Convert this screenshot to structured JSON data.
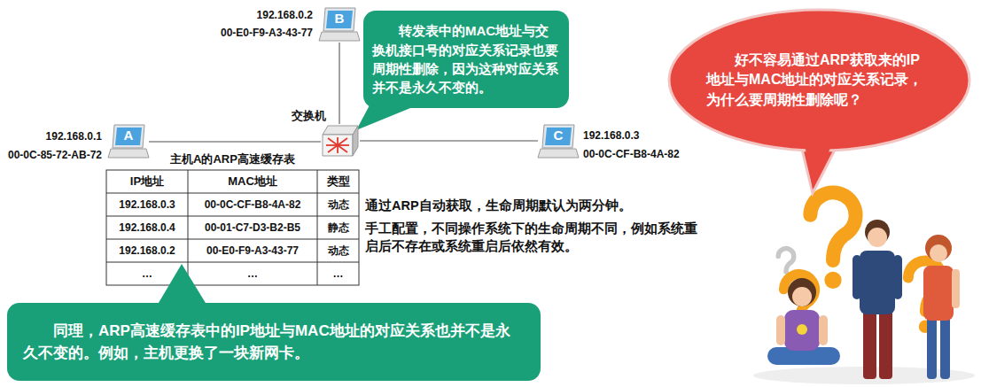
{
  "diagram": {
    "nodes": [
      {
        "text": [
          "B",
          "192.168.0.2",
          "00-E0-F9-A3-43-77"
        ]
      },
      {
        "text": [
          "转发表中的MAC地址与交换机接口号的对应关系记录也要周期性删除，因为这种对应关系并不是永久不变的。"
        ]
      },
      {
        "text": [
          "好不容易通过ARP获取来的IP地址与MAC地址的对应关系记录，为什么要周期性删除呢？"
        ]
      },
      {
        "text": [
          "交换机"
        ]
      },
      {
        "text": [
          "A",
          "192.168.0.1",
          "00-0C-85-72-AB-72"
        ]
      },
      {
        "text": [
          "C",
          "192.168.0.3",
          "00-0C-CF-B8-4A-82"
        ]
      },
      {
        "text": [
          "主机A的ARP高速缓存表"
        ]
      },
      {
        "text": [
          "同理，ARP高速缓存表中的IP地址与MAC地址的对应关系也并不是永久不变的。例如，主机更换了一块新网卡。"
        ]
      }
    ],
    "edges": [
      {
        "from": 4,
        "to": 3,
        "arrow": "none"
      },
      {
        "from": 0,
        "to": 3,
        "arrow": "none"
      },
      {
        "from": 3,
        "to": 5,
        "arrow": "none"
      }
    ],
    "labels": [
      "IP地址",
      "MAC地址",
      "类型",
      "192.168.0.3",
      "00-0C-CF-B8-4A-82",
      "动态",
      "192.168.0.4",
      "00-01-C7-D3-B2-B5",
      "静态",
      "192.168.0.2",
      "00-E0-F9-A3-43-77",
      "动态",
      "…",
      "…",
      "…",
      "通过ARP自动获取，生命周期默认为两分钟。",
      "手工配置，不同操作系统下的生命周期不同，例如系统重启后不存在或系统重启后依然有效。"
    ]
  }
}
